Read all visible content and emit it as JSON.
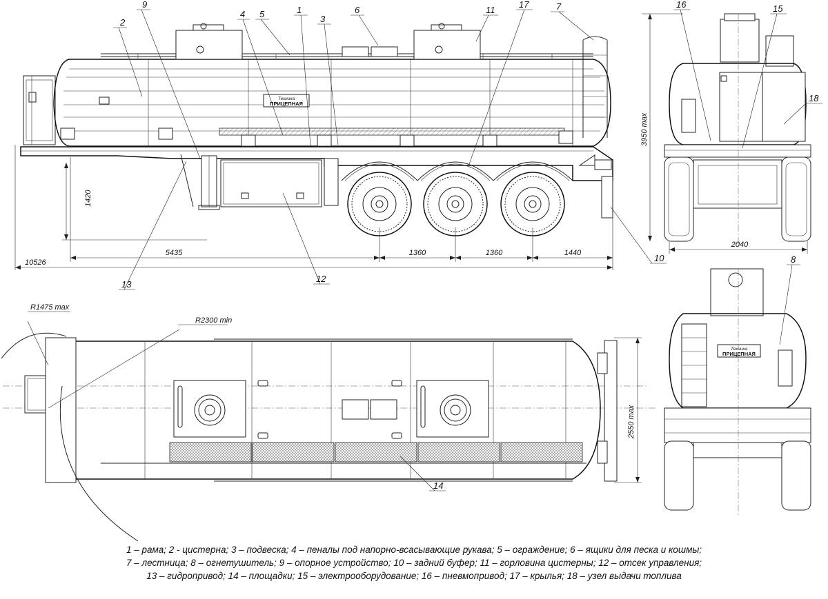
{
  "dimensions": {
    "overall_length": "10526",
    "front_overhang": "5435",
    "axle_spacing_1": "1360",
    "axle_spacing_2": "1360",
    "rear_overhang": "1440",
    "coupling_height": "1420",
    "height_max": "3950 max",
    "width_track": "2040",
    "width_max": "2550 max",
    "front_radius": "R1475 max",
    "turn_radius": "R2300 min"
  },
  "logo": {
    "line1": "Техника",
    "line2": "ПРИЦЕПНАЯ"
  },
  "callouts": {
    "c1": "1",
    "c2": "2",
    "c3": "3",
    "c4": "4",
    "c5": "5",
    "c6": "6",
    "c7": "7",
    "c8": "8",
    "c9": "9",
    "c10": "10",
    "c11": "11",
    "c12": "12",
    "c13": "13",
    "c14": "14",
    "c15": "15",
    "c16": "16",
    "c17": "17",
    "c18": "18"
  },
  "legend": [
    "1 – рама; 2 - цистерна; 3 – подвеска; 4 – пеналы  под напорно-всасывающие рукава; 5 – ограждение; 6 – ящики для песка и кошмы;",
    "7 – лестница; 8 – огнетушитель; 9 – опорное устройство; 10 – задний буфер; 11 – горловина цистерны; 12 – отсек управления;",
    "13 – гидропривод; 14 – площадки; 15 – электрооборудование; 16 – пневмопривод; 17 – крылья; 18 – узел выдачи топлива"
  ]
}
